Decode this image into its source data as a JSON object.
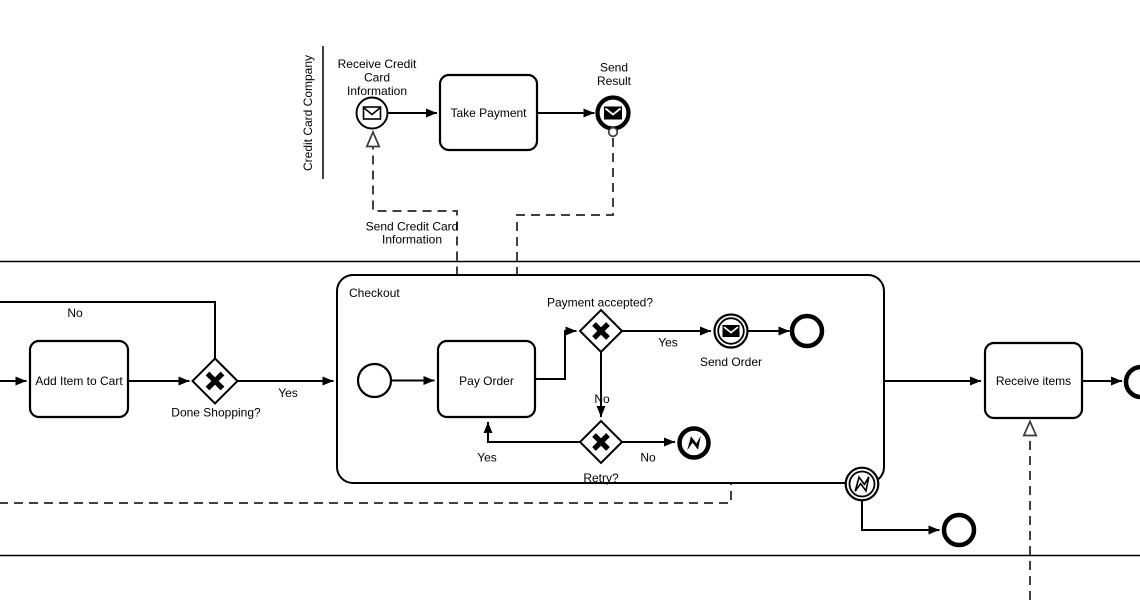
{
  "colors": {
    "ink": "#000000",
    "paper": "#ffffff",
    "message_flow": "#404040"
  },
  "credit_card_pool": {
    "lane_label": "Credit Card Company",
    "receive_event_label_lines": [
      "Receive Credit",
      "Card",
      "Information"
    ],
    "take_payment_label": "Take Payment",
    "send_result_label_lines": [
      "Send",
      "Result"
    ]
  },
  "message_flow_send_cc": {
    "label_lines": [
      "Send Credit Card",
      "Information"
    ]
  },
  "customer_pool": {
    "add_item_label": "Add Item to Cart",
    "done_shopping": {
      "label": "Done Shopping?",
      "no": "No",
      "yes": "Yes"
    },
    "checkout": {
      "label": "Checkout"
    },
    "pay_order_label": "Pay Order",
    "payment_accepted": {
      "label": "Payment accepted?",
      "yes": "Yes",
      "no": "No"
    },
    "send_order_label": "Send Order",
    "retry": {
      "label": "Retry?",
      "yes": "Yes",
      "no": "No"
    },
    "receive_items_label": "Receive items"
  }
}
